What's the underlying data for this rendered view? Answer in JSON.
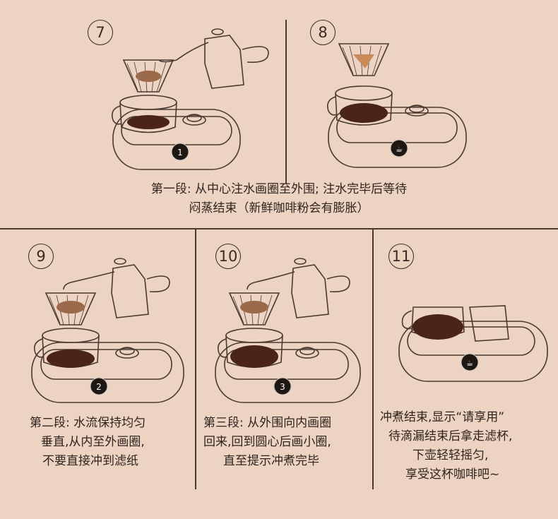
{
  "steps": [
    {
      "number": "7",
      "badge": "1"
    },
    {
      "number": "8",
      "badge": "☕"
    },
    {
      "number": "9",
      "badge": "2"
    },
    {
      "number": "10",
      "badge": "3"
    },
    {
      "number": "11",
      "badge": "☕"
    }
  ],
  "captions": {
    "top": [
      "第一段: 从中心注水画圈至外围; 注水完毕后等待",
      "闷蒸结束（新鲜咖啡粉会有膨胀）"
    ],
    "step9": [
      "第二段: 水流保持均匀",
      "垂直,从内至外画圈,",
      "不要直接冲到滤纸"
    ],
    "step10": [
      "第三段: 从外围向内画圈",
      "回来,回到圆心后画小圈,",
      "直至提示冲煮完毕"
    ],
    "step11": [
      "冲煮结束,显示“请享用”",
      "待滴漏结束后拿走滤杯,",
      "下壶轻轻摇匀,",
      "享受这杯咖啡吧~"
    ]
  },
  "colors": {
    "background": "#ecd3c2",
    "line": "#4a3a30",
    "coffee": "#4a2418"
  }
}
